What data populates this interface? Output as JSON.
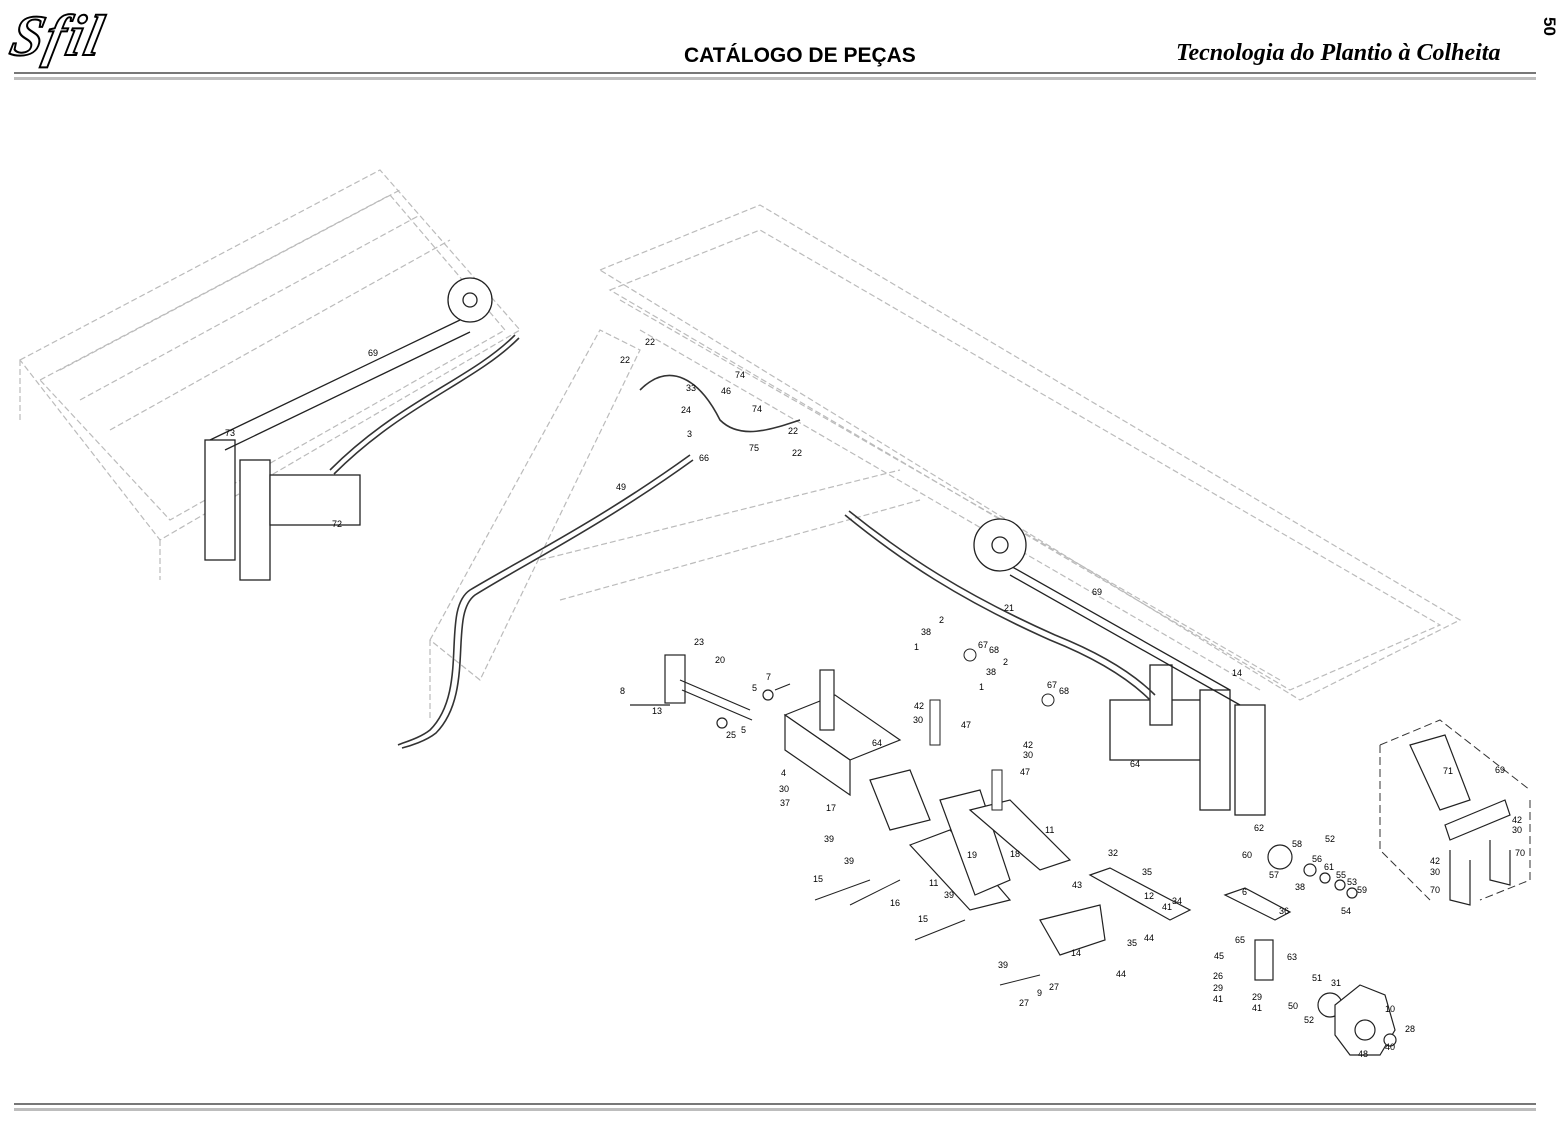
{
  "header": {
    "logo_text": "Sfil",
    "title": "CATÁLOGO DE PEÇAS",
    "slogan": "Tecnologia do Plantio à Colheita",
    "page_number": "50"
  },
  "callouts": [
    "69",
    "73",
    "72",
    "22",
    "22",
    "33",
    "74",
    "46",
    "24",
    "74",
    "3",
    "66",
    "75",
    "22",
    "22",
    "49",
    "21",
    "69",
    "14",
    "64",
    "2",
    "38",
    "1",
    "67",
    "68",
    "38",
    "2",
    "1",
    "67",
    "68",
    "23",
    "20",
    "7",
    "5",
    "8",
    "13",
    "42",
    "30",
    "47",
    "5",
    "25",
    "64",
    "42",
    "30",
    "47",
    "4",
    "30",
    "37",
    "17",
    "39",
    "11",
    "19",
    "18",
    "11",
    "39",
    "15",
    "16",
    "39",
    "15",
    "32",
    "35",
    "43",
    "12",
    "34",
    "41",
    "44",
    "35",
    "14",
    "44",
    "6",
    "36",
    "65",
    "45",
    "63",
    "26",
    "29",
    "41",
    "29",
    "41",
    "51",
    "31",
    "50",
    "52",
    "10",
    "28",
    "48",
    "40",
    "62",
    "52",
    "58",
    "60",
    "56",
    "61",
    "55",
    "57",
    "38",
    "53",
    "59",
    "54",
    "71",
    "69",
    "42",
    "30",
    "42",
    "30",
    "70",
    "70",
    "39",
    "27",
    "9",
    "27"
  ]
}
